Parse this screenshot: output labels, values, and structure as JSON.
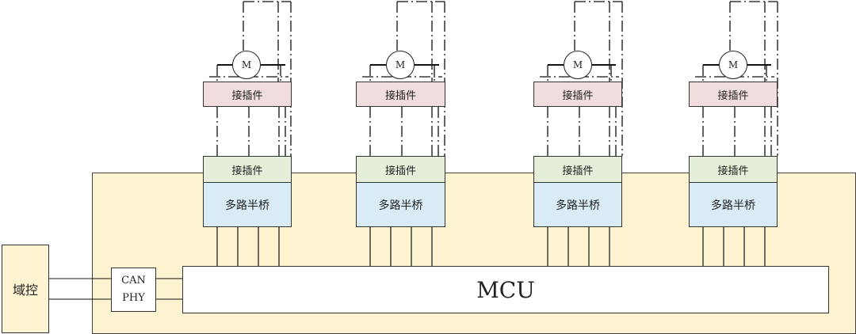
{
  "domain_controller": {
    "label": "域控"
  },
  "can_phy": {
    "line1": "CAN",
    "line2": "PHY"
  },
  "mcu": {
    "label": "MCU"
  },
  "channels": [
    {
      "motor": "M",
      "connector_top": "接插件",
      "connector_bottom": "接插件",
      "bridge": "多路半桥"
    },
    {
      "motor": "M",
      "connector_top": "接插件",
      "connector_bottom": "接插件",
      "bridge": "多路半桥"
    },
    {
      "motor": "M",
      "connector_top": "接插件",
      "connector_bottom": "接插件",
      "bridge": "多路半桥"
    },
    {
      "motor": "M",
      "connector_top": "接插件",
      "connector_bottom": "接插件",
      "bridge": "多路半桥"
    }
  ]
}
